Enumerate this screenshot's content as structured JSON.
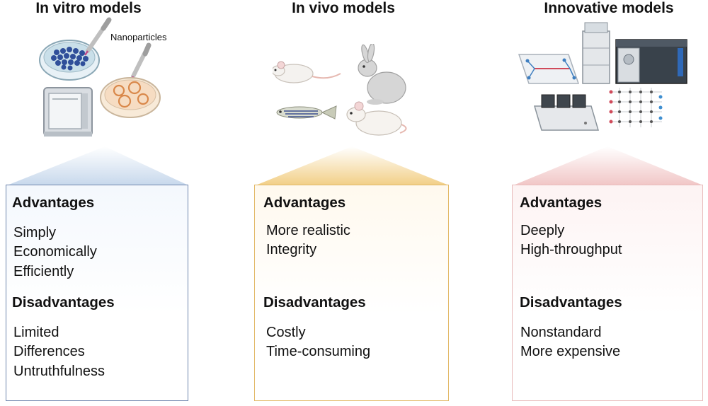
{
  "columns": [
    {
      "title": "In vitro models",
      "illustration_label": "Nanoparticles",
      "advantages_heading": "Advantages",
      "advantages": [
        "Simply",
        "Economically",
        "Efficiently"
      ],
      "disadvantages_heading": "Disadvantages",
      "disadvantages": [
        "Limited",
        "Differences",
        "Untruthfulness"
      ],
      "accent": "#6f86ad"
    },
    {
      "title": "In vivo models",
      "advantages_heading": "Advantages",
      "advantages": [
        "More realistic",
        "Integrity"
      ],
      "disadvantages_heading": "Disadvantages",
      "disadvantages": [
        "Costly",
        "Time-consuming"
      ],
      "accent": "#e2b866"
    },
    {
      "title": "Innovative models",
      "advantages_heading": "Advantages",
      "advantages": [
        "Deeply",
        "High-throughput"
      ],
      "disadvantages_heading": "Disadvantages",
      "disadvantages": [
        "Nonstandard",
        "More expensive"
      ],
      "accent": "#e8bcbc"
    }
  ],
  "icons": [
    "petri-dish-icon",
    "pipette-icon",
    "3d-printer-icon",
    "mouse-icon",
    "rabbit-icon",
    "zebrafish-icon",
    "rat-icon",
    "organ-on-chip-icon",
    "chromatography-system-icon",
    "plate-reader-icon",
    "dot-matrix-icon"
  ]
}
